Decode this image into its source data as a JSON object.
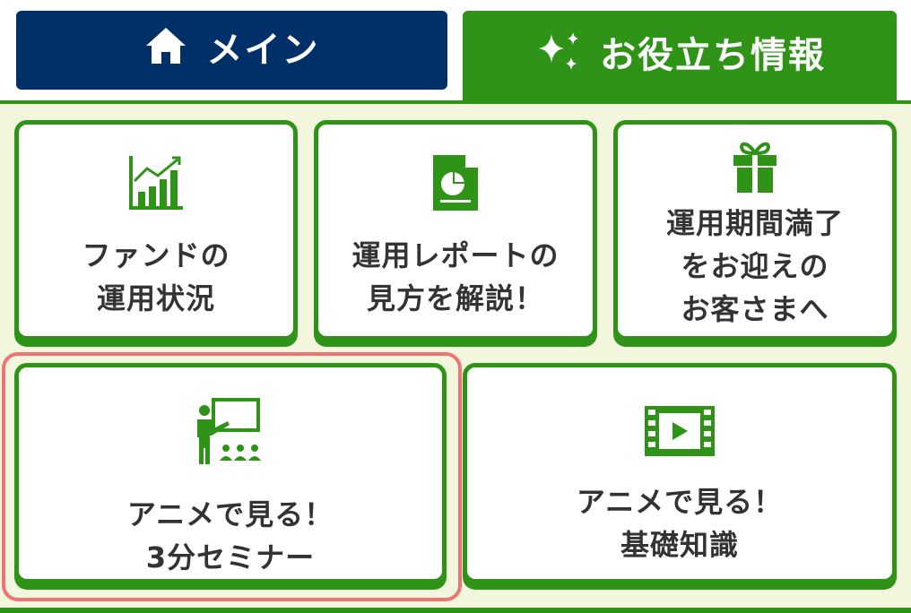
{
  "tabs": {
    "main": {
      "label": "メイン",
      "icon": "home-icon"
    },
    "info": {
      "label": "お役立ち情報",
      "icon": "sparkle-icon"
    }
  },
  "cards": {
    "fund": {
      "line1": "ファンドの",
      "line2": "運用状況",
      "icon": "chart-icon"
    },
    "report": {
      "line1": "運用レポートの",
      "line2": "見方を解説！",
      "icon": "report-icon"
    },
    "maturity": {
      "line1": "運用期間満了",
      "line2": "をお迎えの",
      "line3": "お客さまへ",
      "icon": "gift-icon"
    },
    "seminar": {
      "line1": "アニメで見る！",
      "line2": "3分セミナー",
      "icon": "seminar-icon"
    },
    "basics": {
      "line1": "アニメで見る！",
      "line2": "基礎知識",
      "icon": "video-icon"
    }
  },
  "colors": {
    "navy": "#003067",
    "green": "#2f9318",
    "panel": "#f1f6dd",
    "highlight": "#ef7474"
  }
}
